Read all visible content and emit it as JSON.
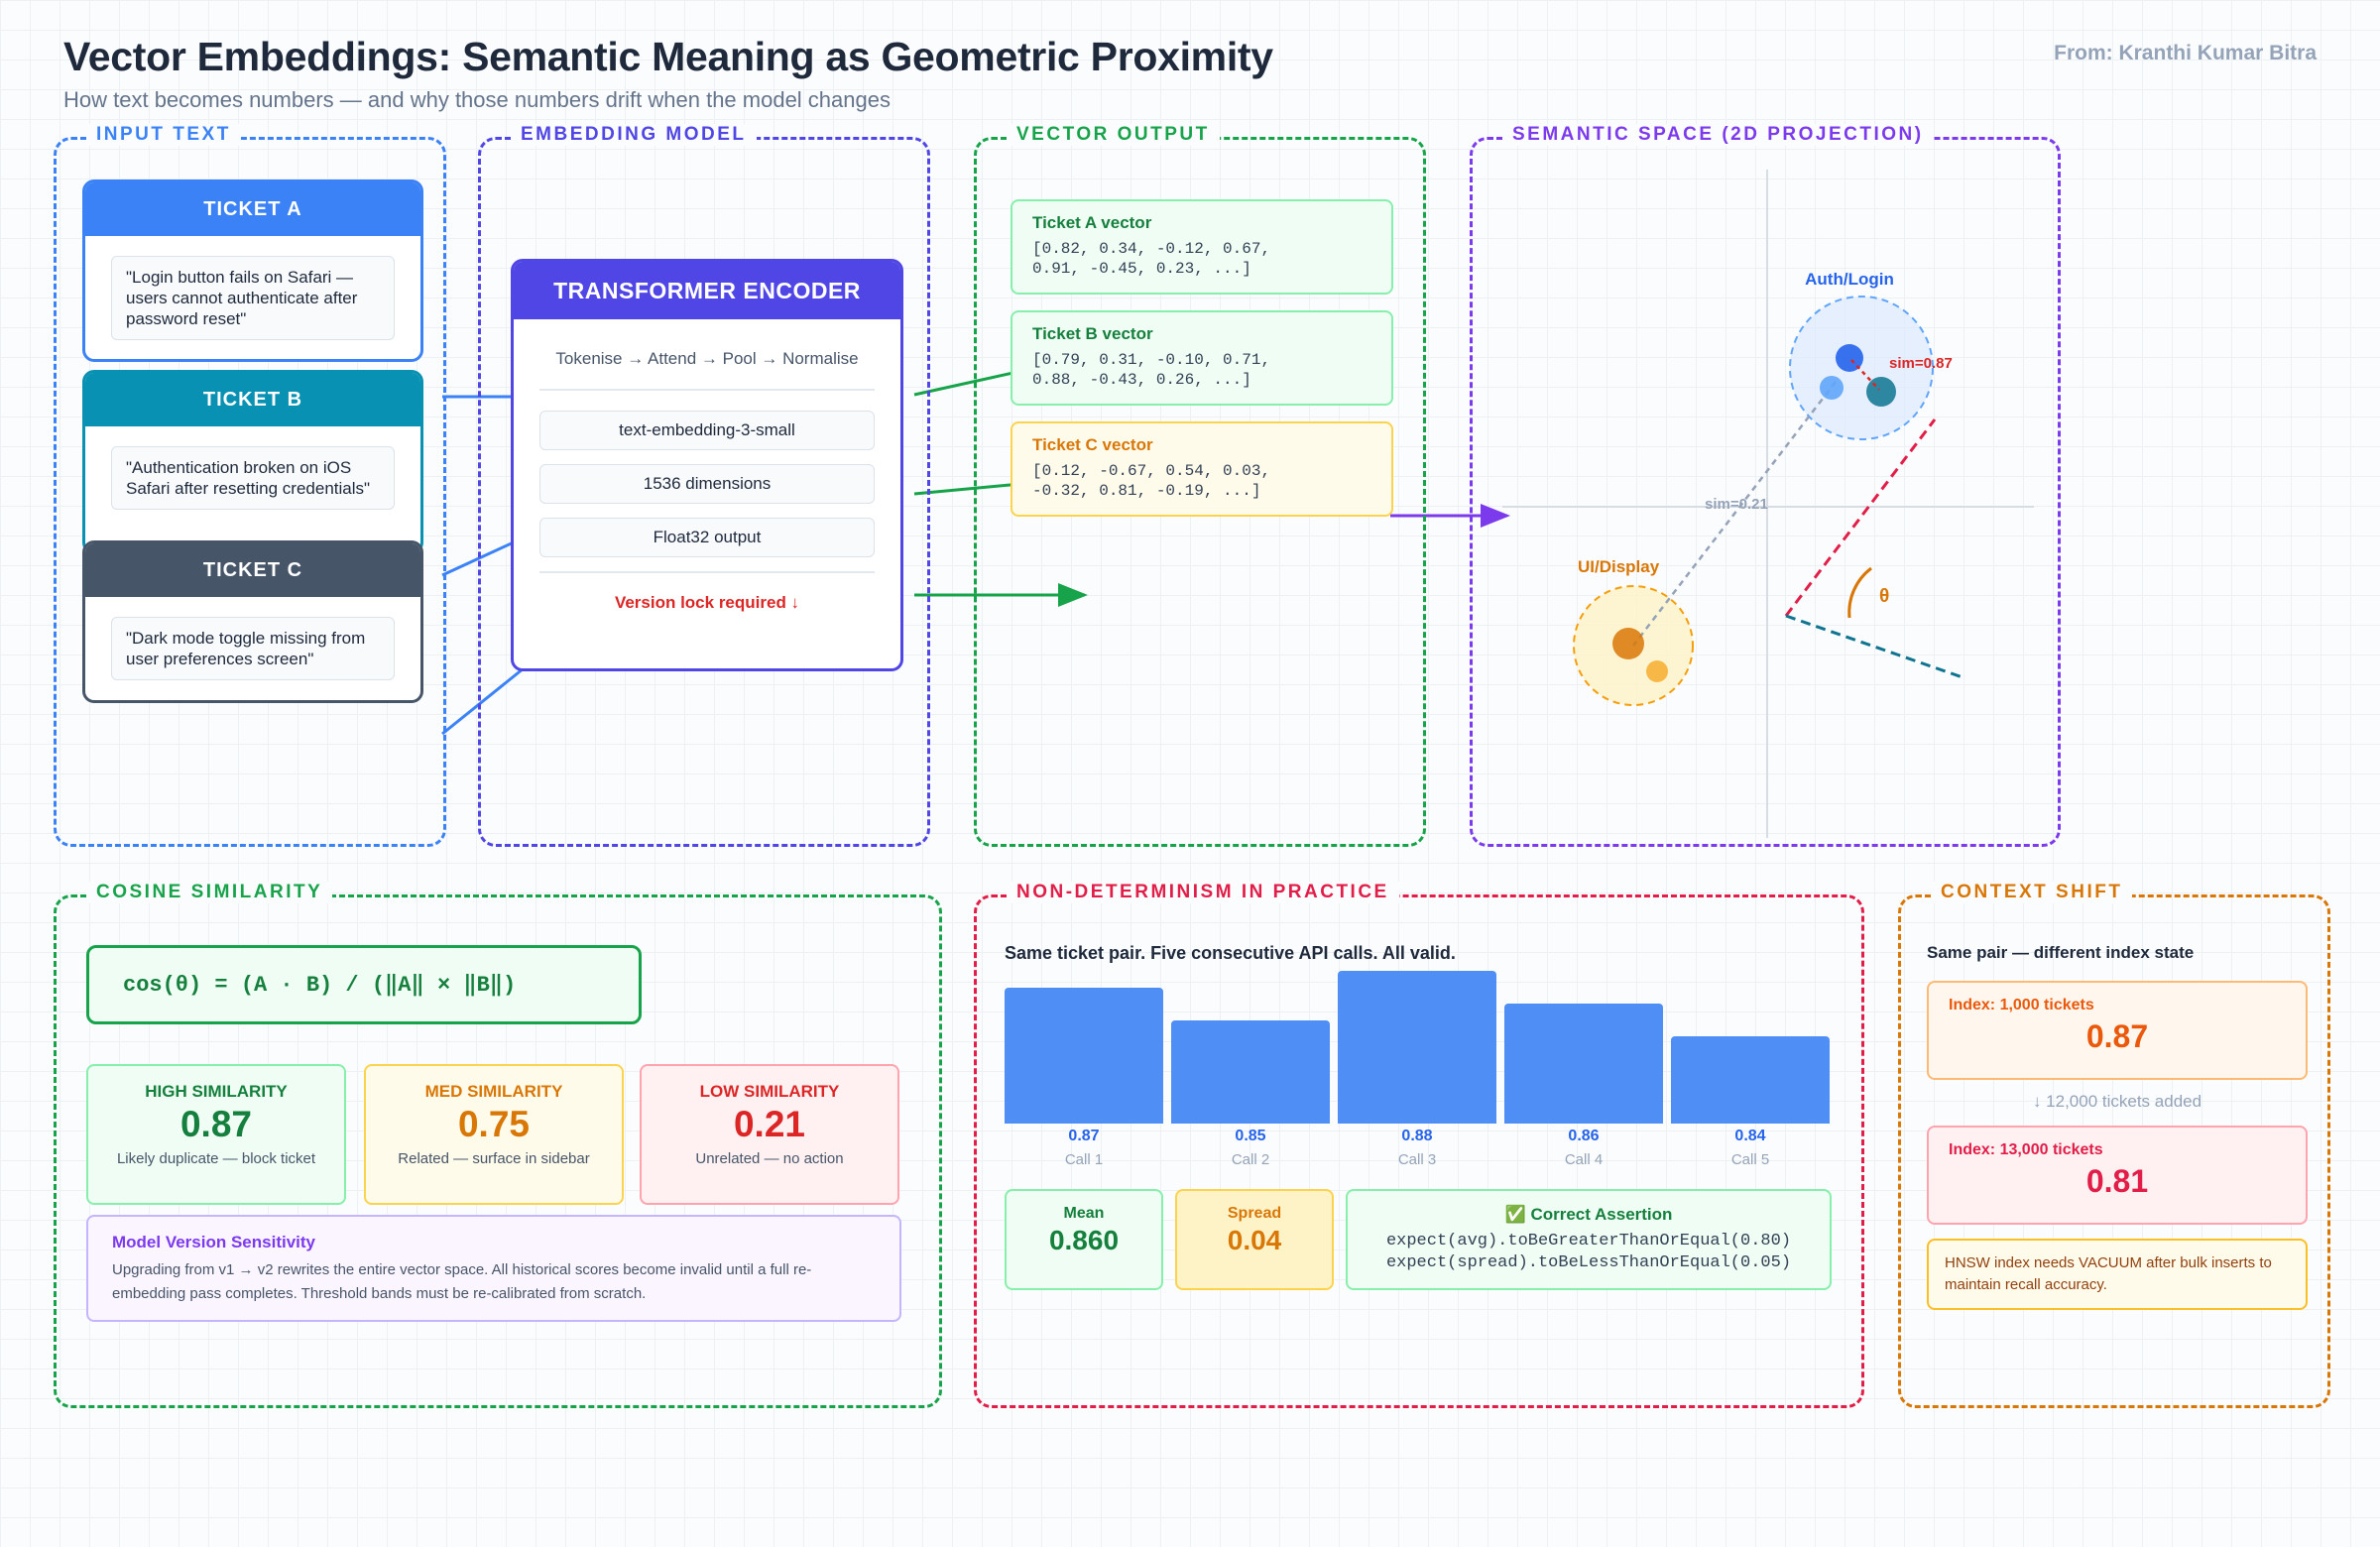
{
  "header": {
    "title": "Vector Embeddings: Semantic Meaning as Geometric Proximity",
    "subtitle": "How text becomes numbers — and why those numbers drift when the model changes",
    "author": "From: Kranthi Kumar Bitra"
  },
  "panels": {
    "input": "INPUT TEXT",
    "model": "EMBEDDING MODEL",
    "output": "VECTOR OUTPUT",
    "space": "SEMANTIC SPACE (2D PROJECTION)",
    "cosine": "COSINE SIMILARITY",
    "nondet": "NON-DETERMINISM IN PRACTICE",
    "context": "CONTEXT SHIFT"
  },
  "tickets": [
    {
      "title": "TICKET A",
      "text": "\"Login button fails on Safari — users cannot authenticate after password reset\"",
      "color": "#3b82f6"
    },
    {
      "title": "TICKET B",
      "text": "\"Authentication broken on iOS Safari after resetting credentials\"",
      "color": "#0891b2"
    },
    {
      "title": "TICKET C",
      "text": "\"Dark mode toggle missing from user preferences screen\"",
      "color": "#475569"
    }
  ],
  "encoder": {
    "title": "TRANSFORMER ENCODER",
    "steps": "Tokenise → Attend → Pool → Normalise",
    "model": "text-embedding-3-small",
    "dims": "1536 dimensions",
    "output": "Float32 output",
    "lock": "Version lock required ↓"
  },
  "vectors": [
    {
      "title": "Ticket A vector",
      "values": "[0.82, 0.34, -0.12, 0.67,\n0.91, -0.45, 0.23, ...]"
    },
    {
      "title": "Ticket B vector",
      "values": "[0.79, 0.31, -0.10, 0.71,\n0.88, -0.43, 0.26, ...]"
    },
    {
      "title": "Ticket C vector",
      "values": "[0.12, -0.67, 0.54, 0.03,\n-0.32, 0.81, -0.19, ...]"
    }
  ],
  "space": {
    "cluster_auth": "Auth/Login",
    "cluster_ui": "UI/Display",
    "sim_high": "sim=0.87",
    "sim_low": "sim=0.21",
    "angle": "θ",
    "colors": {
      "auth": "#3b82f6",
      "ui": "#d97706"
    }
  },
  "cosine": {
    "formula": "cos(θ) = (A · B) / (‖A‖ × ‖B‖)",
    "cards": [
      {
        "label": "HIGH SIMILARITY",
        "value": "0.87",
        "desc": "Likely duplicate — block ticket"
      },
      {
        "label": "MED SIMILARITY",
        "value": "0.75",
        "desc": "Related — surface in sidebar"
      },
      {
        "label": "LOW SIMILARITY",
        "value": "0.21",
        "desc": "Unrelated — no action"
      }
    ],
    "sensitivity": {
      "title": "Model Version Sensitivity",
      "text": "Upgrading from v1 → v2 rewrites the entire vector space. All historical scores become invalid until a full re-embedding pass completes. Threshold bands must be re-calibrated from scratch."
    }
  },
  "nondeterminism": {
    "heading": "Same ticket pair. Five consecutive API calls. All valid.",
    "calls": [
      {
        "value": 0.87,
        "label": "0.87",
        "call": "Call 1"
      },
      {
        "value": 0.85,
        "label": "0.85",
        "call": "Call 2"
      },
      {
        "value": 0.88,
        "label": "0.88",
        "call": "Call 3"
      },
      {
        "value": 0.86,
        "label": "0.86",
        "call": "Call 4"
      },
      {
        "value": 0.84,
        "label": "0.84",
        "call": "Call 5"
      }
    ],
    "mean_label": "Mean",
    "mean_value": "0.860",
    "spread_label": "Spread",
    "spread_value": "0.04",
    "assertion_title": "✅ Correct Assertion",
    "assertion_line1": "expect(avg).toBeGreaterThanOrEqual(0.80)",
    "assertion_line2": "expect(spread).toBeLessThanOrEqual(0.05)"
  },
  "context": {
    "heading": "Same pair — different index state",
    "before_label": "Index: 1,000 tickets",
    "before_value": "0.87",
    "added": "↓ 12,000 tickets added",
    "after_label": "Index: 13,000 tickets",
    "after_value": "0.81",
    "note": "HNSW index needs VACUUM after bulk inserts to maintain recall accuracy."
  }
}
